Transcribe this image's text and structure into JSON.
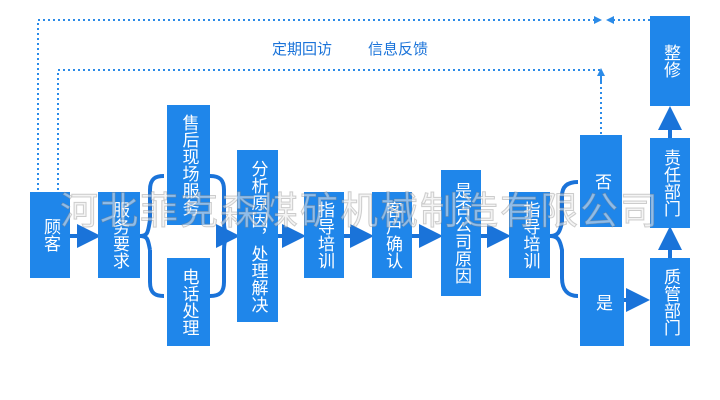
{
  "feedback": {
    "label_followup": "定期回访",
    "label_info": "信息反馈"
  },
  "nodes": {
    "customer": "顾客",
    "service_request": "服务要求",
    "onsite_service": "售后现场服务",
    "phone_handling": "电话处理",
    "analyze_solve": "分析原因，处理解决",
    "guidance_training_1": "指导培训",
    "customer_confirm": "客户确认",
    "company_cause": "是否公司原因",
    "guidance_training_2": "指导培训",
    "no": "否",
    "yes": "是",
    "quality_dept": "质管部门",
    "responsible_dept": "责任部门",
    "rectify": "整修"
  },
  "watermark": "河北菲克森煤矿机械制造有限公司",
  "colors": {
    "box": "#1f86ea",
    "line": "#1a73d9",
    "dotted": "#2b8be8"
  }
}
